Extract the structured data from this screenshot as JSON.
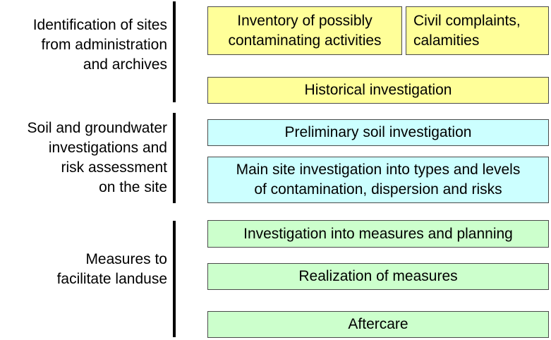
{
  "colors": {
    "yellow": "#ffff99",
    "cyan": "#ccffff",
    "green": "#ccffcc",
    "border": "#4a4a4a",
    "bar": "#000000"
  },
  "phases": [
    {
      "label": "Identification of sites\nfrom administration\nand archives"
    },
    {
      "label": "Soil and groundwater\ninvestigations and\nrisk assessment\non the site"
    },
    {
      "label": "Measures to \nfacilitate landuse"
    }
  ],
  "boxes": {
    "inventory": "Inventory of possibly\ncontaminating activities",
    "complaints": "Civil complaints,\ncalamities",
    "historical": "Historical investigation",
    "preliminary": "Preliminary soil investigation",
    "main_site": "Main site investigation into types and levels\nof contamination, dispersion and risks",
    "measures_planning": "Investigation into measures and planning",
    "realization": "Realization of measures",
    "aftercare": "Aftercare"
  }
}
